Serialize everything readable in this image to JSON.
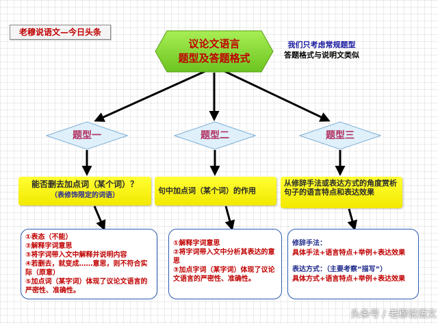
{
  "brand": "老穆说语文—今日头条",
  "title": {
    "line1": "议论文语言",
    "line2": "题型及答题格式"
  },
  "note": {
    "line1": "我们只考虑常规题型",
    "line2": "答题格式与说明文类似"
  },
  "types": [
    {
      "label": "题型一",
      "question": "能否删去加点词（某个词）？",
      "question_sub": "（表修饰限定的词语）",
      "answer_lines": [
        "①表态（不能）",
        "②解释字词意思",
        "③将字词带入文中解释并说明内容",
        "④若删去，就变成……意思，则不符合实际（原意）",
        "⑤加点词（某字词）体现了议论文语言的严密性、准确性。"
      ]
    },
    {
      "label": "题型二",
      "question": "句中加点词（某个词）的作用",
      "question_sub": "",
      "answer_lines": [
        "①解释字词意思",
        "②将字词带入文中分析其表达的意思",
        "③加点字词（某字词）体现了议论文语言的严密性、准确性。"
      ]
    },
    {
      "label": "题型三",
      "question": "从修辞手法或表达方式的角度赏析句子的语言特点和表达效果",
      "question_sub": "",
      "answer_lines": [
        "修辞手法：",
        "具体手法+语言特点+举例+表达效果",
        "表达方式：（主要考察“描写”）",
        "具体方式+语言特点+举例+表达效果"
      ]
    }
  ],
  "watermark": "头条号 / 老穆说语文",
  "colors": {
    "hex_fill": "#88dd33",
    "diamond_fill": "#dff0fa",
    "diamond_stroke": "#7fb0d6",
    "question_fill": "#ffff33",
    "answer_border": "#2a5bb0",
    "title_text": "#c00000",
    "label_text": "#b03060"
  }
}
